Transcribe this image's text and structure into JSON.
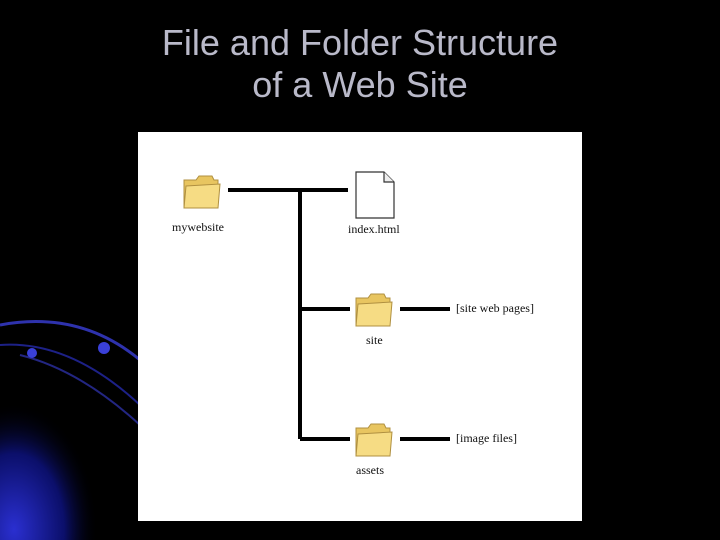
{
  "title": {
    "line1": "File and Folder Structure",
    "line2": "of a Web Site"
  },
  "diagram": {
    "root": {
      "label": "mywebsite",
      "icon": "folder-icon"
    },
    "children": [
      {
        "label": "index.html",
        "icon": "file-icon"
      },
      {
        "label": "site",
        "icon": "folder-icon",
        "note": "[site web pages]"
      },
      {
        "label": "assets",
        "icon": "folder-icon",
        "note": "[image files]"
      }
    ]
  },
  "colors": {
    "background": "#000000",
    "title": "#b9b9c9",
    "panel": "#ffffff",
    "folder": "#f6dc84",
    "swoosh": "#1a1fa8"
  }
}
